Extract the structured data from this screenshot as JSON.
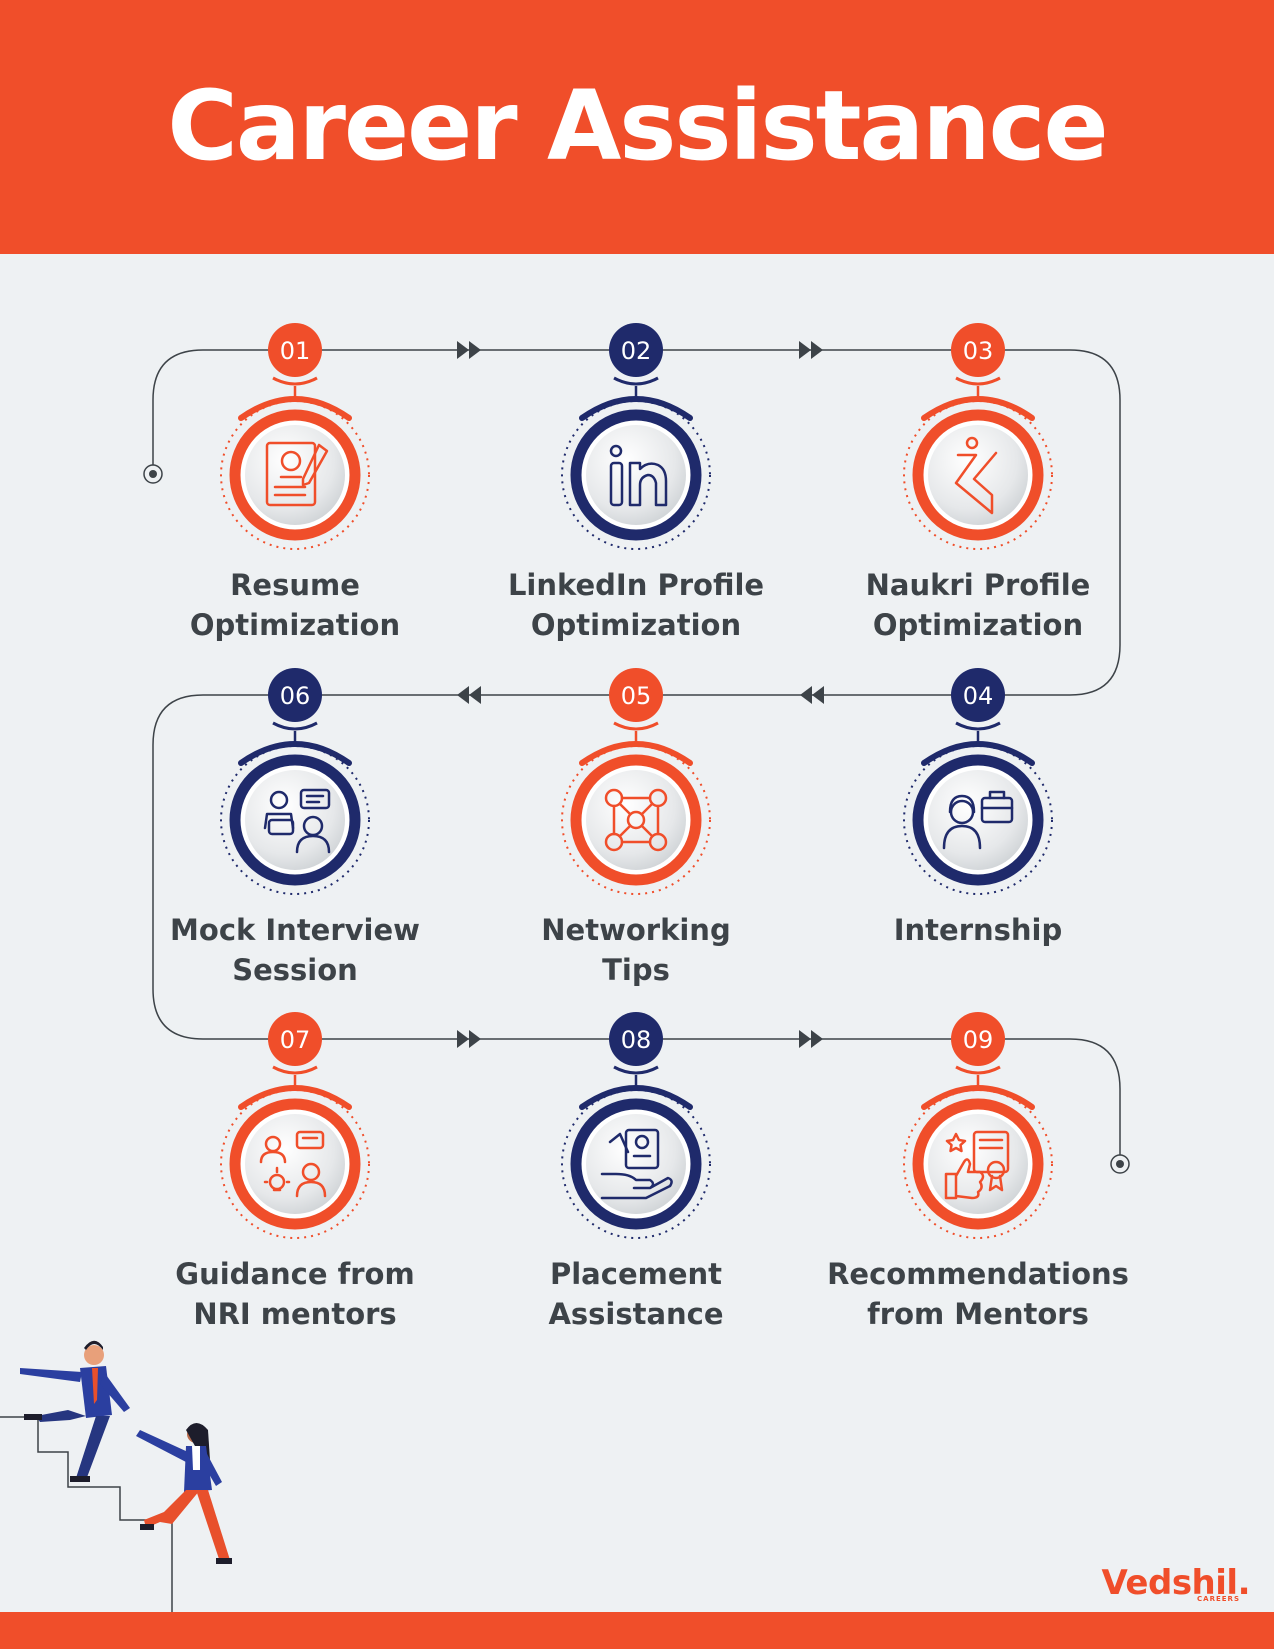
{
  "title": "Career Assistance",
  "colors": {
    "orange": "#f04e2a",
    "navy": "#1f2a6b",
    "background": "#eef1f3",
    "text": "#3d4348"
  },
  "steps": [
    {
      "num": "01",
      "label": [
        "Resume",
        "Optimization"
      ],
      "color": "orange",
      "icon": "resume-icon"
    },
    {
      "num": "02",
      "label": [
        "LinkedIn Profile",
        "Optimization"
      ],
      "color": "navy",
      "icon": "linkedin-icon"
    },
    {
      "num": "03",
      "label": [
        "Naukri Profile",
        "Optimization"
      ],
      "color": "orange",
      "icon": "naukri-icon"
    },
    {
      "num": "04",
      "label": [
        "Internship"
      ],
      "color": "navy",
      "icon": "internship-icon"
    },
    {
      "num": "05",
      "label": [
        "Networking",
        "Tips"
      ],
      "color": "orange",
      "icon": "network-icon"
    },
    {
      "num": "06",
      "label": [
        "Mock Interview",
        "Session"
      ],
      "color": "navy",
      "icon": "interview-icon"
    },
    {
      "num": "07",
      "label": [
        "Guidance from",
        "NRI mentors"
      ],
      "color": "orange",
      "icon": "mentor-guidance-icon"
    },
    {
      "num": "08",
      "label": [
        "Placement",
        "Assistance"
      ],
      "color": "navy",
      "icon": "placement-icon"
    },
    {
      "num": "09",
      "label": [
        "Recommendations",
        "from Mentors"
      ],
      "color": "orange",
      "icon": "recommendation-icon"
    }
  ],
  "brand": {
    "name": "Vedshil.",
    "sub": "CAREERS"
  },
  "illustration": "people-climbing-stairs-illustration"
}
